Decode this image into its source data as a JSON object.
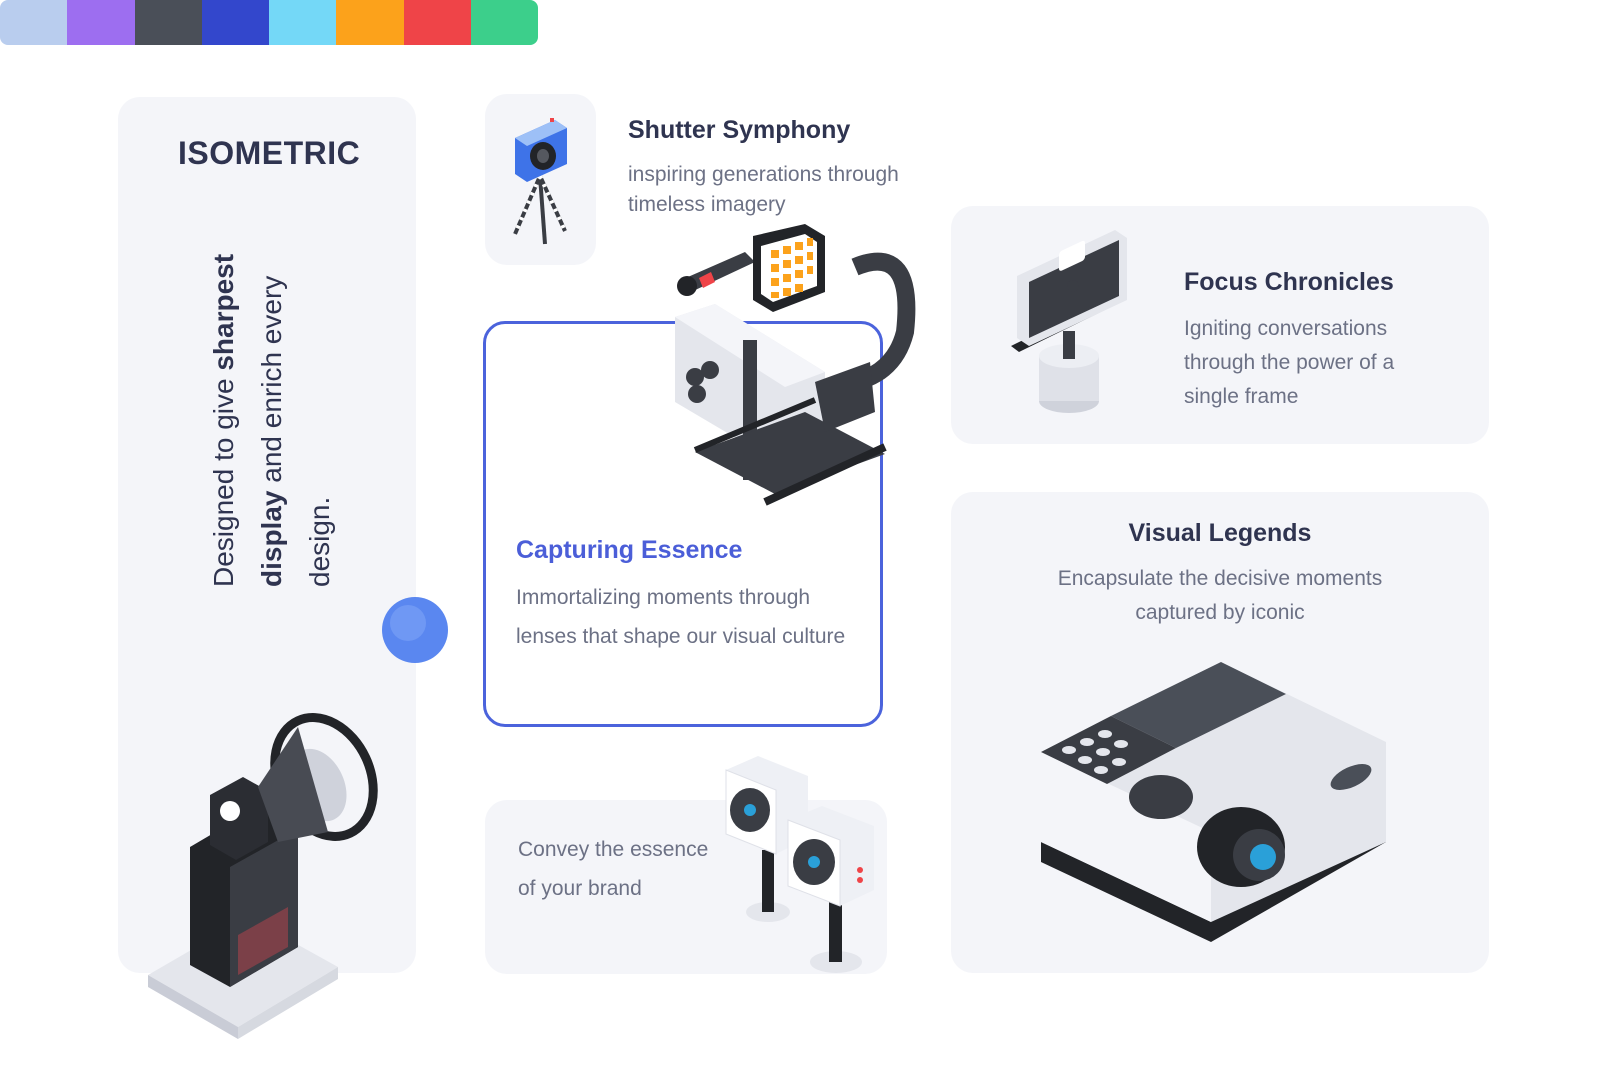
{
  "left_panel": {
    "brand": "ISOMETRIC",
    "tagline_part1": "Designed to give ",
    "tagline_bold1": "sharpest",
    "tagline_part2": " ",
    "tagline_bold2": "display",
    "tagline_part3": " and enrich every design."
  },
  "shutter": {
    "title": "Shutter Symphony",
    "subtitle": "inspiring generations through timeless imagery"
  },
  "palette": {
    "colors": [
      "#b9cdee",
      "#9d6ef0",
      "#4a4f58",
      "#3347cc",
      "#74d8f7",
      "#fca21b",
      "#ef4448",
      "#3ccf8b"
    ]
  },
  "focus": {
    "title": "Focus Chronicles",
    "subtitle": "Igniting conversations through the power of a single frame"
  },
  "capturing": {
    "title": "Capturing Essence",
    "subtitle": "Immortalizing moments through lenses that shape our visual culture"
  },
  "brand_card": {
    "text": "Convey the essence of your brand"
  },
  "legends": {
    "title": "Visual Legends",
    "subtitle": "Encapsulate the decisive moments captured by iconic"
  },
  "icons": [
    "flash-icon",
    "camera-tripod-icon",
    "phone-camera-icon",
    "video-rig-icon",
    "webcam-icon",
    "projector-icon"
  ]
}
